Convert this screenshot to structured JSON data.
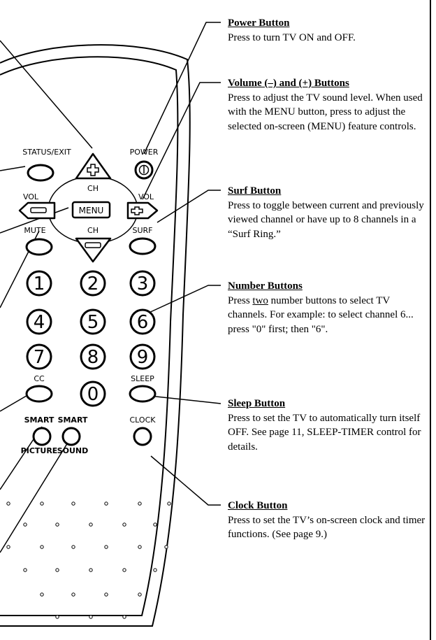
{
  "remote": {
    "labels": {
      "status_exit": "STATUS/EXIT",
      "power": "POWER",
      "ch_up": "CH",
      "ch_down": "CH",
      "vol_left": "VOL",
      "vol_right": "VOL",
      "menu": "MENU",
      "mute": "MUTE",
      "surf": "SURF",
      "cc": "CC",
      "sleep": "SLEEP",
      "clock": "CLOCK",
      "smart_picture_top": "SMART",
      "smart_picture_bottom": "PICTURE",
      "smart_sound_top": "SMART",
      "smart_sound_bottom": "SOUND"
    },
    "digits": [
      "1",
      "2",
      "3",
      "4",
      "5",
      "6",
      "7",
      "8",
      "9",
      "0"
    ]
  },
  "descriptions": {
    "power": {
      "heading": "Power Button",
      "body": "Press to turn TV ON and OFF."
    },
    "volume": {
      "heading": "Volume (–) and (+) Buttons",
      "body": "Press to adjust the TV sound level. When used with the MENU button, press to adjust the selected on-screen (MENU) feature controls."
    },
    "surf": {
      "heading": "Surf Button",
      "body": "Press to toggle between current and previously viewed channel or have up to 8 channels in a “Surf Ring.”"
    },
    "number": {
      "heading": "Number Buttons",
      "body_pre": "Press ",
      "body_underlined": "two",
      "body_post": " number buttons to select TV channels. For example: to select channel 6... press \"0\" first; then \"6\"."
    },
    "sleep": {
      "heading": "Sleep Button",
      "body": "Press to set the TV to automatically turn itself OFF. See page 11, SLEEP-TIMER control for details."
    },
    "clock": {
      "heading": "Clock Button",
      "body": "Press to set the TV’s on-screen clock and timer functions. (See page 9.)"
    }
  }
}
